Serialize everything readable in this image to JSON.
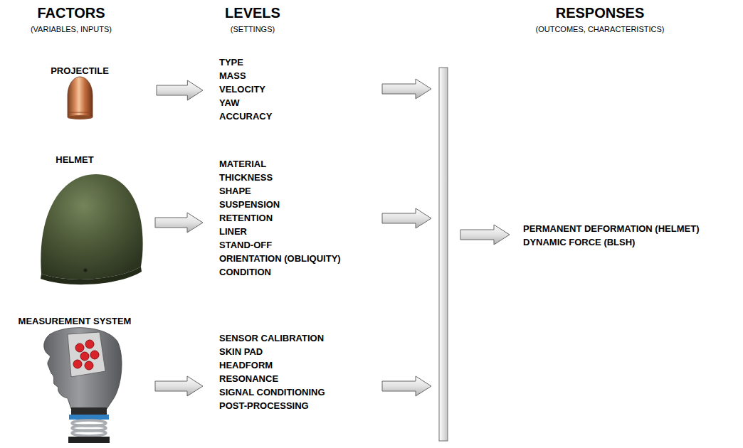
{
  "diagram": {
    "nodes": [
      {
        "text": [
          "PROJECTILE"
        ]
      },
      {
        "text": [
          "TYPE",
          "MASS",
          "VELOCITY",
          "YAW",
          "ACCURACY"
        ]
      },
      {
        "text": [
          "HELMET"
        ]
      },
      {
        "text": [
          "MATERIAL",
          "THICKNESS",
          "SHAPE",
          "SUSPENSION",
          "RETENTION",
          "LINER",
          "STAND-OFF",
          "ORIENTATION (OBLIQUITY)",
          "CONDITION"
        ]
      },
      {
        "text": [
          "MEASUREMENT SYSTEM"
        ]
      },
      {
        "text": [
          "SENSOR CALIBRATION",
          "SKIN PAD",
          "HEADFORM",
          "RESONANCE",
          "SIGNAL CONDITIONING",
          "POST-PROCESSING"
        ]
      },
      {
        "text": [
          "PERMANENT DEFORMATION (HELMET)",
          "DYNAMIC FORCE (BLSH)"
        ]
      }
    ],
    "edges": [
      {
        "from": 0,
        "to": 1,
        "arrow": "to"
      },
      {
        "from": 2,
        "to": 3,
        "arrow": "to"
      },
      {
        "from": 4,
        "to": 5,
        "arrow": "to"
      }
    ],
    "labels": [
      "FACTORS",
      "(VARIABLES, INPUTS)",
      "LEVELS",
      "(SETTINGS)",
      "RESPONSES",
      "(OUTCOMES, CHARACTERISTICS)"
    ]
  }
}
